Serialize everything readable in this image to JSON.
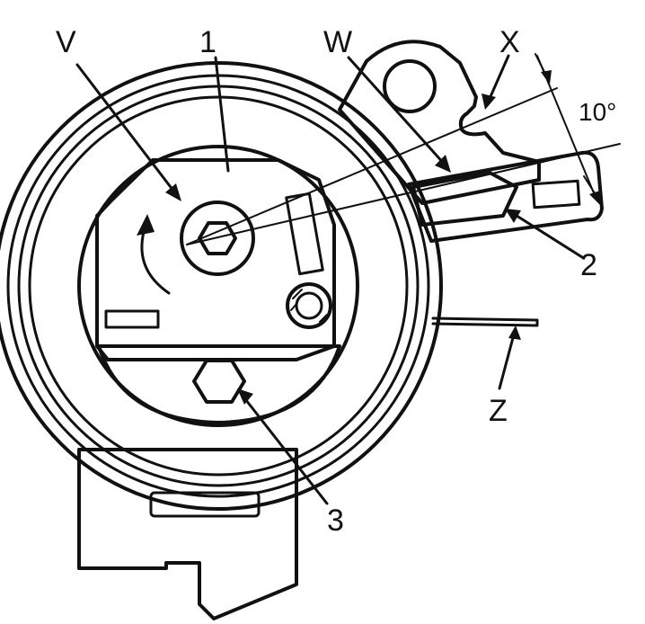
{
  "diagram": {
    "labels": {
      "v": "V",
      "one": "1",
      "w": "W",
      "x": "X",
      "angle": "10°",
      "two": "2",
      "z": "Z",
      "three": "3"
    },
    "stroke_color": "#111111",
    "background_color": "#ffffff"
  }
}
